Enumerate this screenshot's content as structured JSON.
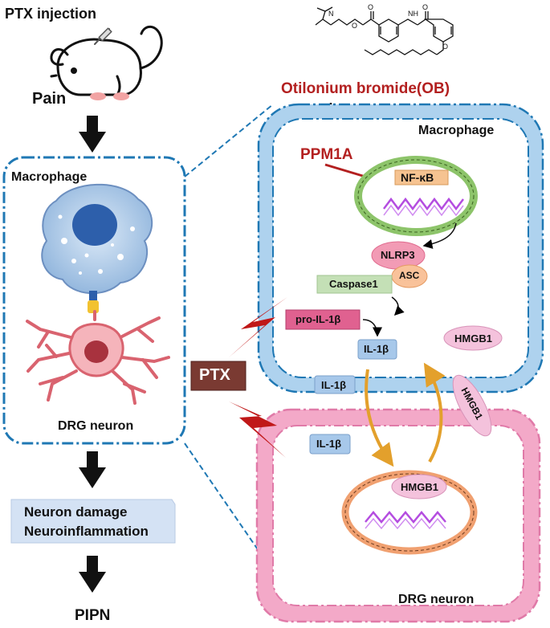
{
  "left_panel": {
    "ptx_injection": "PTX injection",
    "pain": "Pain",
    "macrophage": "Macrophage",
    "drg_neuron": "DRG neuron",
    "outcome_line1": "Neuron damage",
    "outcome_line2": "Neuroinflammation",
    "pipn": "PIPN"
  },
  "right_panel": {
    "drug": "Otilonium bromide(OB)",
    "ppm1a": "PPM1A",
    "macrophage": "Macrophage",
    "nfkb": "NF-κB",
    "nlrp3": "NLRP3",
    "asc": "ASC",
    "caspase1": "Caspase1",
    "pro_il1b": "pro-IL-1β",
    "il1b_inside": "IL-1β",
    "hmgb1_inside": "HMGB1",
    "il1b_membrane": "IL-1β",
    "hmgb1_membrane": "HMGB1",
    "il1b_outside": "IL-1β",
    "hmgb1_nucleus": "HMGB1",
    "drg_neuron": "DRG neuron"
  },
  "ptx_badge": "PTX",
  "colors": {
    "dash_blue": "#1f78b4",
    "macrophage_fill": "#aed2ee",
    "neuron_fill": "#f2a6c6",
    "drug_red": "#b32020",
    "ptx_brown": "#7a3a32",
    "bolt_red": "#c01818",
    "arrow_orange": "#e3a02c",
    "dna_purple": "#b44de0"
  }
}
